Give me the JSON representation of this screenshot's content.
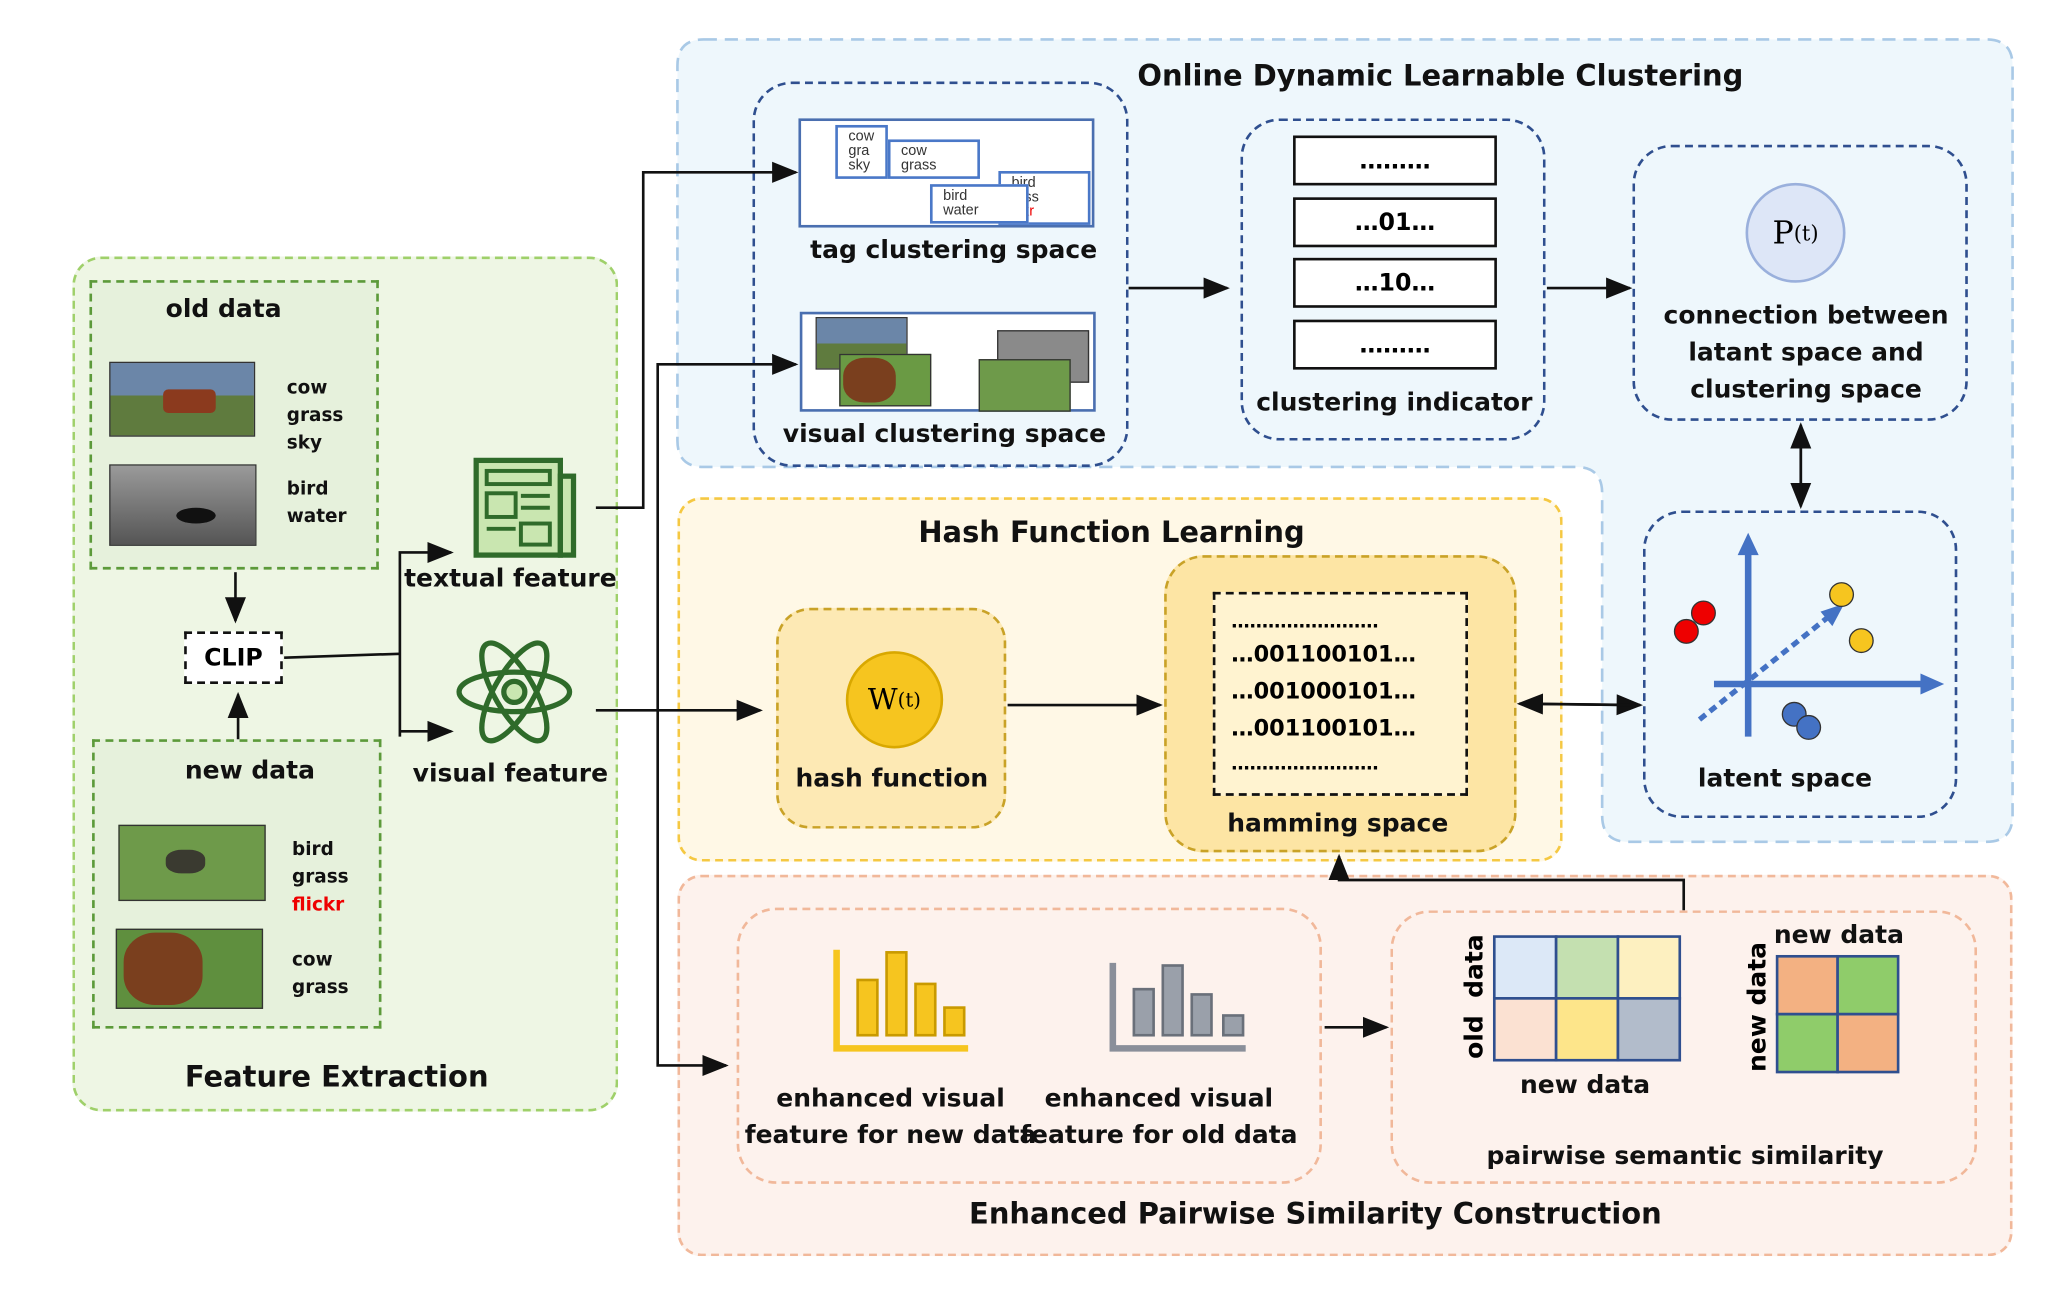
{
  "feature_extraction": {
    "title": "Feature Extraction",
    "old_data": {
      "label": "old  data",
      "items": [
        {
          "tags": [
            "cow",
            "grass",
            "sky"
          ]
        },
        {
          "tags": [
            "bird",
            "water"
          ]
        }
      ]
    },
    "clip": "CLIP",
    "new_data": {
      "label": "new data",
      "items": [
        {
          "tags": [
            "bird",
            "grass"
          ],
          "red_tag": "flickr"
        },
        {
          "tags": [
            "cow",
            "grass"
          ]
        }
      ]
    }
  },
  "features": {
    "textual": "textual feature",
    "visual": "visual feature"
  },
  "clustering": {
    "title": "Online Dynamic Learnable Clustering",
    "tag_space": "tag clustering space",
    "tag_cards": [
      [
        "cow",
        "gra",
        "sky"
      ],
      [
        "cow",
        "grass"
      ],
      [
        "bird",
        "rass",
        "ickr"
      ],
      [
        "bird",
        "water"
      ]
    ],
    "visual_space": "visual clustering space",
    "indicator_rows": [
      "………",
      "…01…",
      "…10…",
      "………"
    ],
    "indicator_label": "clustering indicator",
    "p_symbol": "P",
    "p_sup": "(t)",
    "connection": [
      "connection between",
      "latant space and",
      "clustering space"
    ],
    "latent": "latent space"
  },
  "hash": {
    "title": "Hash Function Learning",
    "w_symbol": "W",
    "w_sup": "(t)",
    "function_label": "hash function",
    "codes": [
      "……………………",
      "…001100101…",
      "…001000101…",
      "…001100101…",
      "……………………"
    ],
    "hamming_label": "hamming space"
  },
  "pairwise": {
    "title": "Enhanced Pairwise Similarity Construction",
    "new_feat": [
      "enhanced visual",
      "feature for new data"
    ],
    "old_feat": [
      "enhanced visual",
      "feature for old data"
    ],
    "matrix1_row_label": "old  data",
    "matrix1_col_label": "new data",
    "matrix2_row_label": "new data",
    "matrix2_col_label": "new data",
    "similarity_label": "pairwise semantic similarity"
  },
  "colors": {
    "green": "#8fc85a",
    "blue": "#a9c9e6",
    "navy": "#2f4f8f",
    "yellow": "#f5c842",
    "orange": "#f1b89a",
    "gold": "#f6c51f",
    "gray": "#8a8f9a"
  }
}
